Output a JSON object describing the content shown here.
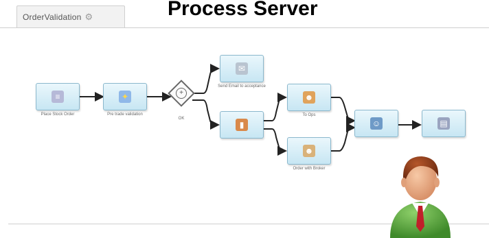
{
  "title": "Process Server",
  "tab": {
    "label": "OrderValidation",
    "icon": "gear-icon"
  },
  "diagram": {
    "tasks": [
      {
        "id": "place-stock-order",
        "label": "Place Stock Order",
        "icon": "document-icon",
        "color": "#b6b9d8"
      },
      {
        "id": "pre-trade-validation",
        "label": "Pre trade validation",
        "icon": "lightbulb-icon",
        "color": "#8fb8e8"
      },
      {
        "id": "send-email",
        "label": "Send Email to acceptance",
        "icon": "envelope-icon",
        "color": "#b9c4d0"
      },
      {
        "id": "reject-order",
        "label": "",
        "icon": "door-icon",
        "color": "#d9894a"
      },
      {
        "id": "to-ops",
        "label": "To Ops",
        "icon": "user-group-icon",
        "color": "#e0a35c"
      },
      {
        "id": "order-with-broker",
        "label": "Order with Broker",
        "icon": "user-group-icon",
        "color": "#d9b27a"
      },
      {
        "id": "user-review",
        "label": "",
        "icon": "user-icon",
        "color": "#6e9ac7"
      },
      {
        "id": "report",
        "label": "",
        "icon": "report-icon",
        "color": "#9aa4c0"
      }
    ],
    "gateway": {
      "label": "OK"
    }
  },
  "avatar": {
    "label": "process-user-avatar"
  }
}
